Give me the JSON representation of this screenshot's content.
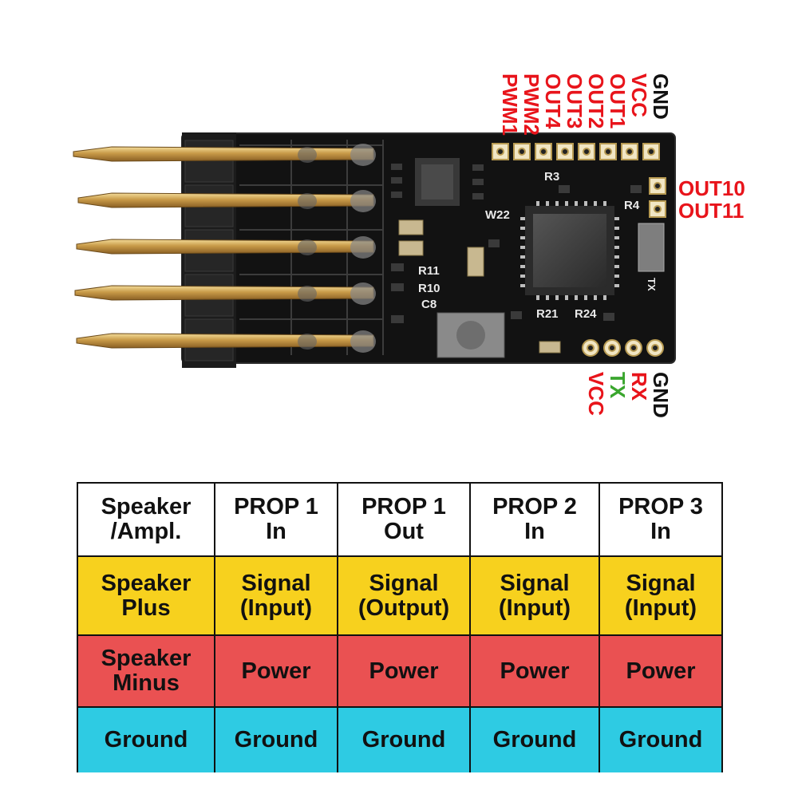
{
  "board": {
    "top_header_pins": [
      {
        "label": "GND",
        "color": "#111111"
      },
      {
        "label": "VCC",
        "color": "#e8141b"
      },
      {
        "label": "OUT1",
        "color": "#e8141b"
      },
      {
        "label": "OUT2",
        "color": "#e8141b"
      },
      {
        "label": "OUT3",
        "color": "#e8141b"
      },
      {
        "label": "OUT4",
        "color": "#e8141b"
      },
      {
        "label": "PWM2",
        "color": "#e8141b"
      },
      {
        "label": "PWM1",
        "color": "#e8141b"
      }
    ],
    "side_pins": [
      {
        "label": "OUT10",
        "color": "#e8141b"
      },
      {
        "label": "OUT11",
        "color": "#e8141b"
      }
    ],
    "bottom_header_pins": [
      {
        "label": "GND",
        "color": "#111111"
      },
      {
        "label": "RX",
        "color": "#e8141b"
      },
      {
        "label": "TX",
        "color": "#3aa62e"
      },
      {
        "label": "VCC",
        "color": "#e8141b"
      }
    ],
    "silkscreen": {
      "r3": "R3",
      "r4": "R4",
      "w22": "W22",
      "r11": "R11",
      "r10": "R10",
      "c8": "C8",
      "r21": "R21",
      "r24": "R24",
      "tx": "TX"
    }
  },
  "table": {
    "header": [
      "Speaker\n/Ampl.",
      "PROP 1\nIn",
      "PROP 1\nOut",
      "PROP 2\nIn",
      "PROP 3\nIn"
    ],
    "rows": [
      {
        "color": "#f7d11e",
        "cells": [
          "Speaker\nPlus",
          "Signal\n(Input)",
          "Signal\n(Output)",
          "Signal\n(Input)",
          "Signal\n(Input)"
        ]
      },
      {
        "color": "#ea5152",
        "cells": [
          "Speaker\nMinus",
          "Power",
          "Power",
          "Power",
          "Power"
        ]
      },
      {
        "color": "#2ecbe3",
        "cells": [
          "Ground",
          "Ground",
          "Ground",
          "Ground",
          "Ground"
        ]
      }
    ],
    "header_color": "#ffffff"
  }
}
